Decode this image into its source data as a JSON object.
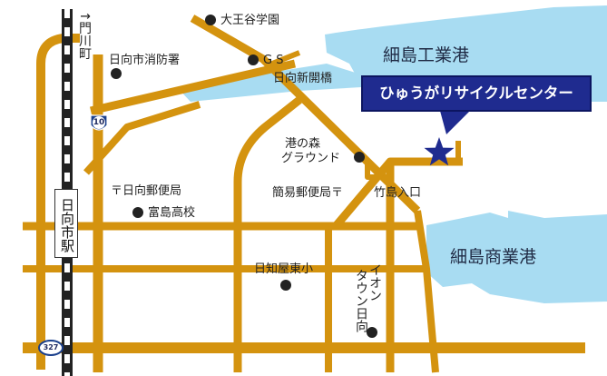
{
  "colors": {
    "road": "#d4930f",
    "water": "#a8dcf2",
    "railway": "#222222",
    "callout_bg": "#1f2b8f",
    "star": "#1f2b8f",
    "dot": "#222222"
  },
  "callout": {
    "text": "ひゅうがリサイクルセンター"
  },
  "water_labels": {
    "industrial_port": "細島工業港",
    "commercial_port": "細島商業港"
  },
  "station": {
    "label": "日向市駅"
  },
  "route_signs": [
    "10",
    "327"
  ],
  "landmarks": {
    "daiou_school": "大王谷学園",
    "gs": "G S",
    "fire_station": "日向市消防署",
    "shinkai_bridge": "日向新開橋",
    "minato_ground_line1": "港の森",
    "minato_ground_line2": "グラウンド",
    "hyuga_post": "〒日向郵便局",
    "simple_post": "簡易郵便局〒",
    "tomishima_school": "富島高校",
    "takeshima_entrance": "竹島入口",
    "hichiya_school": "日知屋東小",
    "aeon_line1": "イオン",
    "aeon_line2": "タウン日向",
    "kadokawa": "↑門川町"
  },
  "icons": [
    "star-icon",
    "dot-icon",
    "post-mark-icon",
    "route-shield-icon",
    "arrow-up-icon"
  ]
}
